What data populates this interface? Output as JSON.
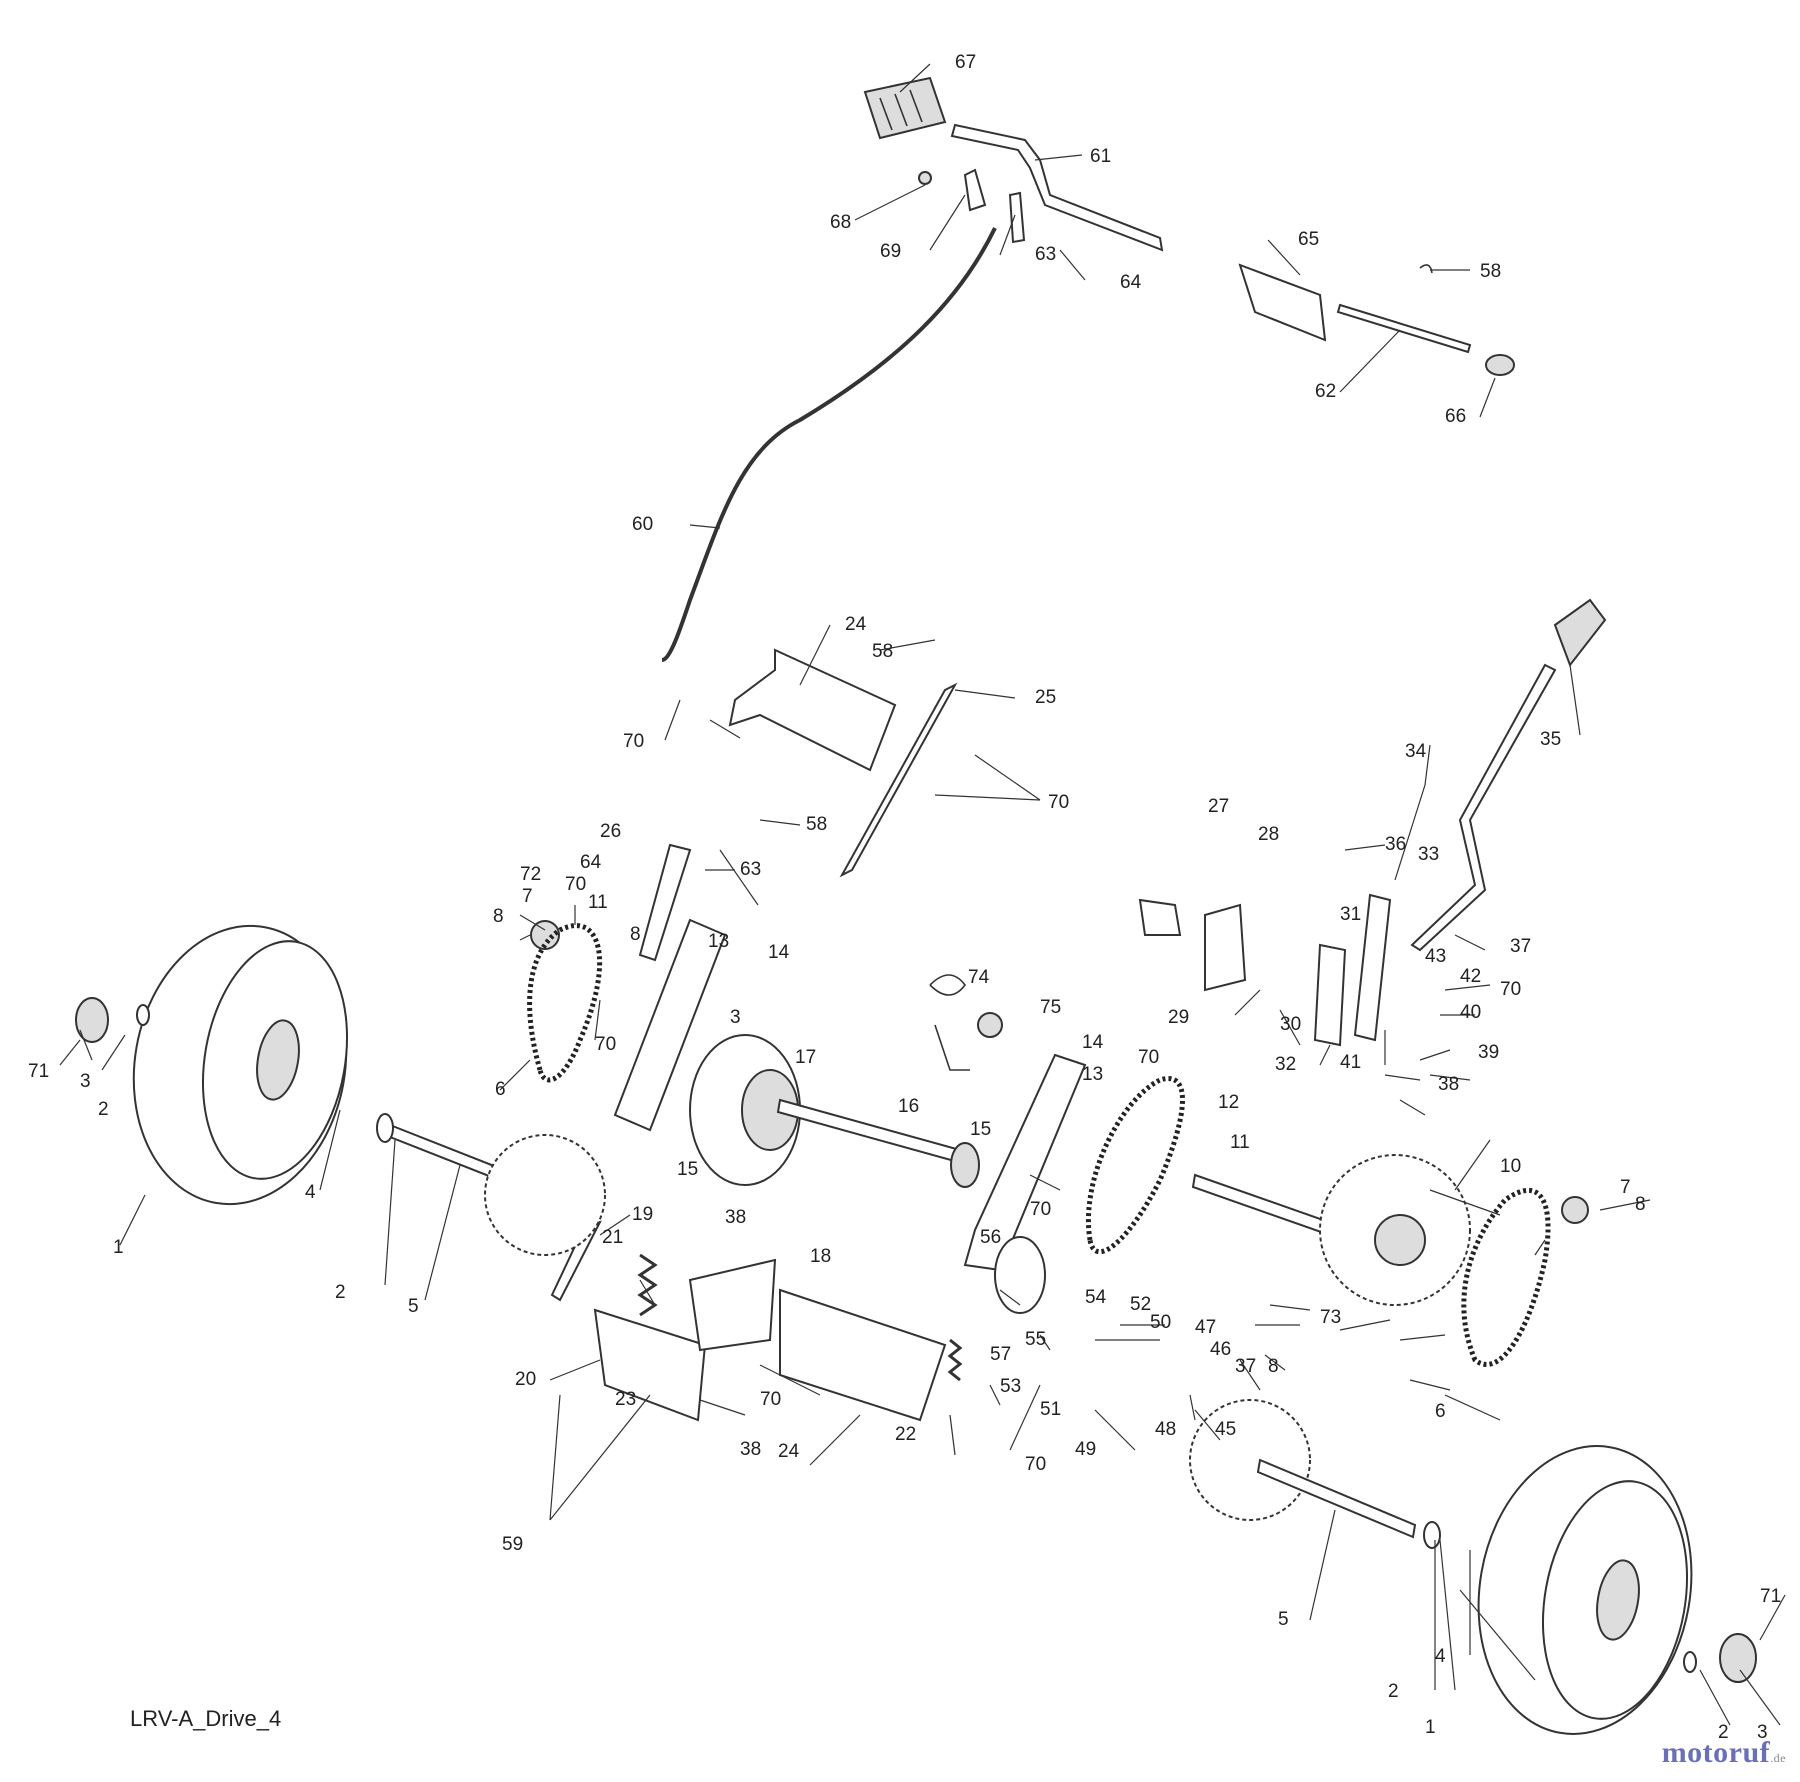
{
  "diagram": {
    "caption": "LRV-A_Drive_4",
    "watermark": "motoruf",
    "watermark_tld": ".de",
    "part_numbers": [
      "1",
      "2",
      "3",
      "4",
      "5",
      "6",
      "7",
      "8",
      "10",
      "11",
      "12",
      "13",
      "14",
      "15",
      "16",
      "17",
      "18",
      "19",
      "20",
      "21",
      "22",
      "23",
      "24",
      "25",
      "26",
      "27",
      "28",
      "29",
      "30",
      "31",
      "32",
      "33",
      "34",
      "35",
      "36",
      "37",
      "38",
      "39",
      "40",
      "41",
      "42",
      "43",
      "45",
      "46",
      "47",
      "48",
      "49",
      "50",
      "51",
      "52",
      "53",
      "54",
      "55",
      "56",
      "57",
      "58",
      "59",
      "60",
      "61",
      "62",
      "63",
      "64",
      "65",
      "66",
      "67",
      "68",
      "69",
      "70",
      "71",
      "72",
      "73",
      "74",
      "75"
    ]
  }
}
